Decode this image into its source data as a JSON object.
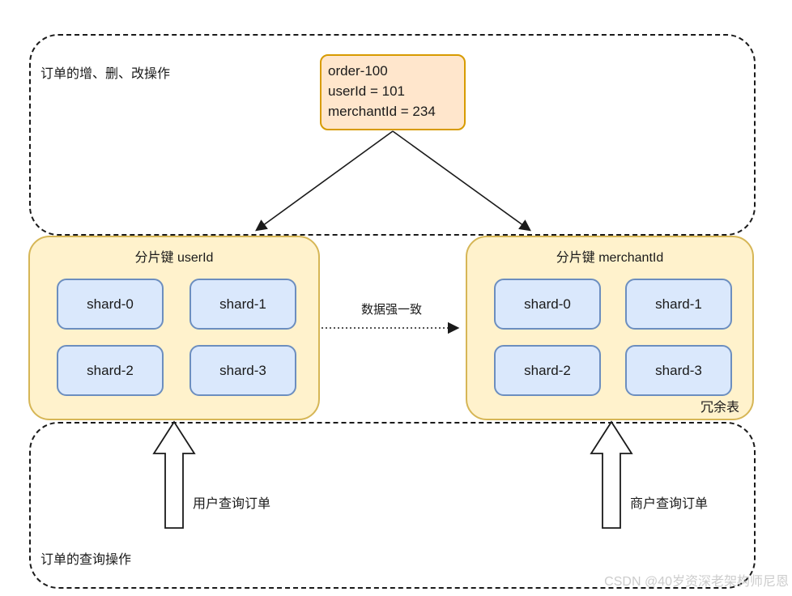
{
  "diagram_title": "order sharding with redundant table",
  "write_region": {
    "label": "订单的增、删、改操作"
  },
  "query_region": {
    "label": "订单的查询操作"
  },
  "order_box": {
    "lines": [
      "order-100",
      "userId = 101",
      "merchantId = 234"
    ]
  },
  "left_group": {
    "title": "分片键 userId",
    "shards": [
      "shard-0",
      "shard-1",
      "shard-2",
      "shard-3"
    ]
  },
  "right_group": {
    "title": "分片键 merchantId",
    "shards": [
      "shard-0",
      "shard-1",
      "shard-2",
      "shard-3"
    ],
    "badge": "冗余表"
  },
  "consistency_arrow": {
    "label": "数据强一致"
  },
  "user_query_arrow": {
    "label": "用户查询订单"
  },
  "merchant_query_arrow": {
    "label": "商户查询订单"
  },
  "watermark": "CSDN @40岁资深老架构师尼恩",
  "colors": {
    "orange_fill": "#ffe6cc",
    "orange_stroke": "#d79b00",
    "yellow_fill": "#fff2cc",
    "yellow_stroke": "#d6b656",
    "blue_fill": "#dae8fc",
    "blue_stroke": "#6c8ebf",
    "line_color": "#1a1a1a",
    "watermark_color": "#cccccc"
  }
}
